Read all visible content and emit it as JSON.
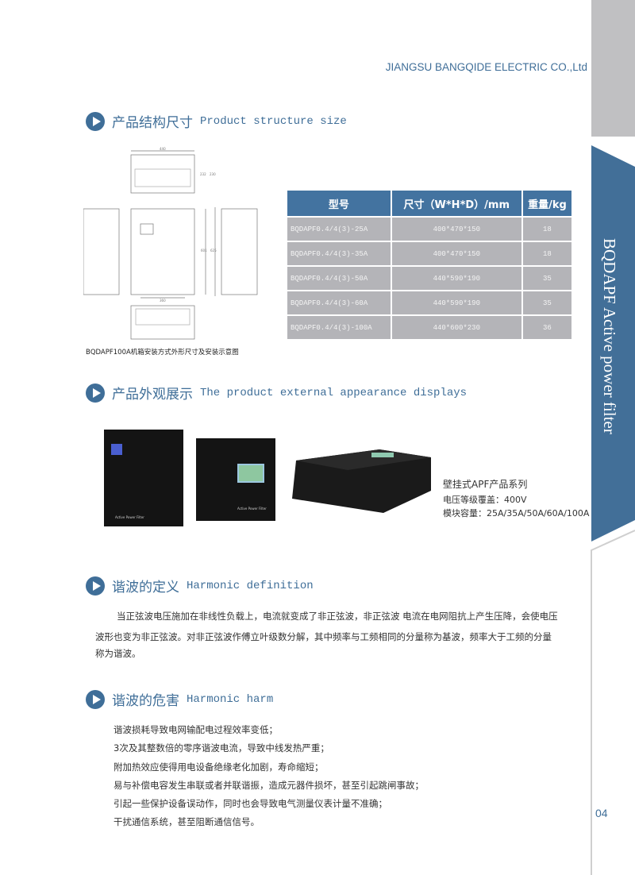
{
  "header": {
    "company": "JIANGSU BANGQIDE ELECTRIC CO.,Ltd"
  },
  "sidebar": {
    "title": "BQDAPF Active power filter",
    "colors": {
      "blue": "#426f98",
      "gray": "#c0c0c2"
    }
  },
  "sections": [
    {
      "cn": "产品结构尺寸",
      "en": "Product structure size"
    },
    {
      "cn": "产品外观展示",
      "en": "The product external appearance displays"
    },
    {
      "cn": "谐波的定义",
      "en": "Harmonic definition"
    },
    {
      "cn": "谐波的危害",
      "en": "Harmonic harm"
    }
  ],
  "drawing": {
    "caption": "BQDAPF100A机箱安装方式外形尺寸及安装示意图",
    "dims": {
      "width_top": "440",
      "depth1": "232",
      "depth2": "230",
      "height1": "601",
      "height2": "625",
      "mount": "360"
    }
  },
  "table": {
    "headers": [
      "型号",
      "尺寸（W*H*D）/mm",
      "重量/kg"
    ],
    "rows": [
      [
        "BQDAPF0.4/4(3)-25A",
        "400*470*150",
        "18"
      ],
      [
        "BQDAPF0.4/4(3)-35A",
        "400*470*150",
        "18"
      ],
      [
        "BQDAPF0.4/4(3)-50A",
        "440*590*190",
        "35"
      ],
      [
        "BQDAPF0.4/4(3)-60A",
        "440*590*190",
        "35"
      ],
      [
        "BQDAPF0.4/4(3)-100A",
        "440*600*230",
        "36"
      ]
    ]
  },
  "products": {
    "label": "Active Power Filter",
    "series": "壁挂式APF产品系列",
    "voltage": "电压等级覆盖：400V",
    "capacity": "模块容量：25A/35A/50A/60A/100A"
  },
  "definition": {
    "lines": [
      "当正弦波电压施加在非线性负载上，电流就变成了非正弦波，非正弦波 电流在电网阻抗上产生压降，会使电压",
      "波形也变为非正弦波。对非正弦波作傅立叶级数分解，其中频率与工频相同的分量称为基波，频率大于工频的分量",
      "称为谐波。"
    ]
  },
  "harm": {
    "items": [
      "谐波损耗导致电网输配电过程效率变低；",
      "3次及其整数倍的零序谐波电流，导致中线发热严重；",
      "附加热效应使得用电设备绝缘老化加剧，寿命缩短；",
      "易与补偿电容发生串联或者并联谐振，造成元器件损坏，甚至引起跳闸事故；",
      "引起一些保护设备误动作，同时也会导致电气测量仪表计量不准确；",
      "干扰通信系统，甚至阻断通信信号。"
    ]
  },
  "page_number": "04"
}
